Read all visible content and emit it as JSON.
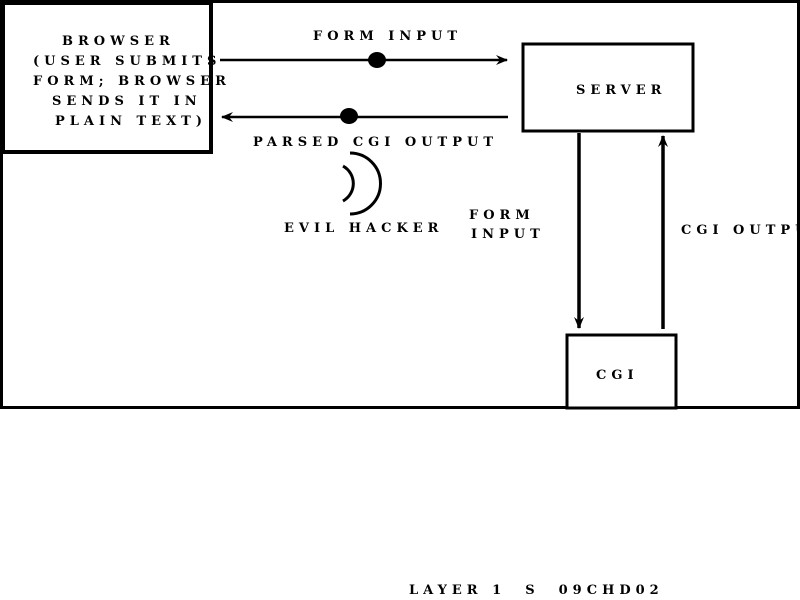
{
  "colors": {
    "ink": "#000000",
    "background": "#ffffff"
  },
  "nodes": {
    "browser": {
      "lines": [
        "BROWSER",
        "(USER SUBMITS",
        "FORM; BROWSER",
        "SENDS IT IN",
        "PLAIN TEXT)"
      ]
    },
    "server": {
      "label": "SERVER"
    },
    "cgi": {
      "label": "CGI"
    }
  },
  "edges": {
    "form_input_top": "FORM INPUT",
    "parsed_cgi_output": "PARSED CGI OUTPUT",
    "form_input_down": [
      "FORM",
      "INPUT"
    ],
    "cgi_output_up": "CGI OUTPU"
  },
  "eavesdropper": {
    "label": "EVIL HACKER",
    "icon": "signal-arcs-icon"
  },
  "footer": {
    "caption": "LAYER 1  S  09CHD02"
  }
}
